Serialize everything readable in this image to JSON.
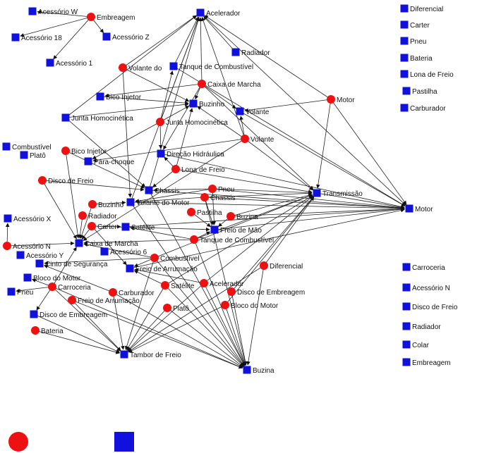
{
  "colors": {
    "red_node": "#ee1111",
    "blue_node": "#1111dd",
    "edge": "#222222"
  },
  "nodes": [
    {
      "id": "n1",
      "label": "Acessório W",
      "shape": "square"
    },
    {
      "id": "n2",
      "label": "Embreagem",
      "shape": "circle"
    },
    {
      "id": "n3",
      "label": "Acessório 18",
      "shape": "square"
    },
    {
      "id": "n4",
      "label": "Acessório Z",
      "shape": "square"
    },
    {
      "id": "n5",
      "label": "Acessório 1",
      "shape": "square"
    },
    {
      "id": "n6",
      "label": "Acelerador",
      "shape": "square"
    },
    {
      "id": "n7",
      "label": "Radiador",
      "shape": "square"
    },
    {
      "id": "n8",
      "label": "Volante do",
      "shape": "circle"
    },
    {
      "id": "n9",
      "label": "Tanque de Combustível",
      "shape": "square"
    },
    {
      "id": "n10",
      "label": "Caixa de Marcha",
      "shape": "circle"
    },
    {
      "id": "n11",
      "label": "Bico Injetor",
      "shape": "square"
    },
    {
      "id": "n12",
      "label": "Buzinho",
      "shape": "square"
    },
    {
      "id": "n13",
      "label": "Volante",
      "shape": "square"
    },
    {
      "id": "n14",
      "label": "Motor",
      "shape": "circle"
    },
    {
      "id": "n15",
      "label": "Junta Homocinética",
      "shape": "square"
    },
    {
      "id": "n16",
      "label": "Junta Homocinética",
      "shape": "circle"
    },
    {
      "id": "n17",
      "label": "Volante",
      "shape": "circle"
    },
    {
      "id": "n18",
      "label": "Combustível",
      "shape": "square"
    },
    {
      "id": "n19",
      "label": "Platô",
      "shape": "square"
    },
    {
      "id": "n20",
      "label": "Bico Injetor",
      "shape": "circle"
    },
    {
      "id": "n21",
      "label": "Direção Hidráulica",
      "shape": "square"
    },
    {
      "id": "n22",
      "label": "Pára-choque",
      "shape": "square"
    },
    {
      "id": "n23",
      "label": "Lona de Freio",
      "shape": "circle"
    },
    {
      "id": "n24",
      "label": "Disco de Freio",
      "shape": "circle"
    },
    {
      "id": "n25",
      "label": "Chassis",
      "shape": "square"
    },
    {
      "id": "n26",
      "label": "Pneu",
      "shape": "circle"
    },
    {
      "id": "n27",
      "label": "Chassis",
      "shape": "circle"
    },
    {
      "id": "n28",
      "label": "Transmissão",
      "shape": "square"
    },
    {
      "id": "n29",
      "label": "Motor",
      "shape": "square"
    },
    {
      "id": "n30",
      "label": "Buzinho",
      "shape": "circle"
    },
    {
      "id": "n31",
      "label": "Volante do Motor",
      "shape": "square"
    },
    {
      "id": "n32",
      "label": "Pastilha",
      "shape": "circle"
    },
    {
      "id": "n33",
      "label": "Buzina",
      "shape": "circle"
    },
    {
      "id": "n34",
      "label": "Acessório X",
      "shape": "square"
    },
    {
      "id": "n35",
      "label": "Radiador",
      "shape": "circle"
    },
    {
      "id": "n36",
      "label": "Carter",
      "shape": "circle"
    },
    {
      "id": "n37",
      "label": "Satélite",
      "shape": "square"
    },
    {
      "id": "n38",
      "label": "Freio de Mão",
      "shape": "square"
    },
    {
      "id": "n39",
      "label": "Tanque de Combustível",
      "shape": "circle"
    },
    {
      "id": "n40",
      "label": "Acessório N",
      "shape": "circle"
    },
    {
      "id": "n41",
      "label": "Caixa de Marcha",
      "shape": "square"
    },
    {
      "id": "n42",
      "label": "Acessório Y",
      "shape": "square"
    },
    {
      "id": "n43",
      "label": "Acessório 6",
      "shape": "square"
    },
    {
      "id": "n44",
      "label": "Combustível",
      "shape": "circle"
    },
    {
      "id": "n45",
      "label": "Cinto de Segurança",
      "shape": "square"
    },
    {
      "id": "n46",
      "label": "Freio de Arrumação",
      "shape": "square"
    },
    {
      "id": "n47",
      "label": "Diferencial",
      "shape": "circle"
    },
    {
      "id": "n48",
      "label": "Bloco do Motor",
      "shape": "square"
    },
    {
      "id": "n49",
      "label": "Pneu",
      "shape": "square"
    },
    {
      "id": "n50",
      "label": "Carroceria",
      "shape": "circle"
    },
    {
      "id": "n51",
      "label": "Carburador",
      "shape": "circle"
    },
    {
      "id": "n52",
      "label": "Satélite",
      "shape": "circle"
    },
    {
      "id": "n53",
      "label": "Acelerador",
      "shape": "circle"
    },
    {
      "id": "n54",
      "label": "Disco de Embreagem",
      "shape": "circle"
    },
    {
      "id": "n55",
      "label": "Freio de Arrumação",
      "shape": "circle"
    },
    {
      "id": "n56",
      "label": "Disco de Embreagem",
      "shape": "square"
    },
    {
      "id": "n57",
      "label": "Platô",
      "shape": "circle"
    },
    {
      "id": "n58",
      "label": "Bloco do Motor",
      "shape": "circle"
    },
    {
      "id": "n59",
      "label": "Bateria",
      "shape": "circle"
    },
    {
      "id": "n60",
      "label": "Tambor de Freio",
      "shape": "square"
    },
    {
      "id": "n61",
      "label": "Buzina",
      "shape": "square"
    },
    {
      "id": "i1",
      "label": "Diferencial",
      "shape": "square"
    },
    {
      "id": "i2",
      "label": "Carter",
      "shape": "square"
    },
    {
      "id": "i3",
      "label": "Pneu",
      "shape": "square"
    },
    {
      "id": "i4",
      "label": "Bateria",
      "shape": "square"
    },
    {
      "id": "i5",
      "label": "Lona de Freio",
      "shape": "square"
    },
    {
      "id": "i6",
      "label": "Pastilha",
      "shape": "square"
    },
    {
      "id": "i7",
      "label": "Carburador",
      "shape": "square"
    },
    {
      "id": "i8",
      "label": "Carroceria",
      "shape": "square"
    },
    {
      "id": "i9",
      "label": "Acessório N",
      "shape": "square"
    },
    {
      "id": "i10",
      "label": "Disco de Freio",
      "shape": "square"
    },
    {
      "id": "i11",
      "label": "Radiador",
      "shape": "square"
    },
    {
      "id": "i12",
      "label": "Colar",
      "shape": "square"
    },
    {
      "id": "i13",
      "label": "Embreagem",
      "shape": "square"
    }
  ],
  "edges": [
    [
      "n2",
      "n1"
    ],
    [
      "n2",
      "n3"
    ],
    [
      "n2",
      "n4"
    ],
    [
      "n2",
      "n5"
    ],
    [
      "n8",
      "n6"
    ],
    [
      "n9",
      "n6"
    ],
    [
      "n10",
      "n6"
    ],
    [
      "n16",
      "n6"
    ],
    [
      "n14",
      "n6"
    ],
    [
      "n15",
      "n6"
    ],
    [
      "n17",
      "n6"
    ],
    [
      "n7",
      "n6"
    ],
    [
      "n25",
      "n6"
    ],
    [
      "n31",
      "n6"
    ],
    [
      "n8",
      "n12"
    ],
    [
      "n10",
      "n12"
    ],
    [
      "n16",
      "n12"
    ],
    [
      "n15",
      "n12"
    ],
    [
      "n11",
      "n12"
    ],
    [
      "n17",
      "n12"
    ],
    [
      "n23",
      "n12"
    ],
    [
      "n10",
      "n11"
    ],
    [
      "n16",
      "n9"
    ],
    [
      "n10",
      "n13"
    ],
    [
      "n14",
      "n13"
    ],
    [
      "n17",
      "n13"
    ],
    [
      "n16",
      "n21"
    ],
    [
      "n10",
      "n21"
    ],
    [
      "n23",
      "n21"
    ],
    [
      "n16",
      "n22"
    ],
    [
      "n17",
      "n22"
    ],
    [
      "n15",
      "n25"
    ],
    [
      "n20",
      "n25"
    ],
    [
      "n24",
      "n25"
    ],
    [
      "n26",
      "n25"
    ],
    [
      "n23",
      "n25"
    ],
    [
      "n8",
      "n31"
    ],
    [
      "n30",
      "n31"
    ],
    [
      "n27",
      "n31"
    ],
    [
      "n26",
      "n31"
    ],
    [
      "n14",
      "n28"
    ],
    [
      "n17",
      "n28"
    ],
    [
      "n26",
      "n28"
    ],
    [
      "n27",
      "n28"
    ],
    [
      "n23",
      "n28"
    ],
    [
      "n39",
      "n28"
    ],
    [
      "n47",
      "n28"
    ],
    [
      "n53",
      "n28"
    ],
    [
      "n44",
      "n28"
    ],
    [
      "n52",
      "n28"
    ],
    [
      "n58",
      "n28"
    ],
    [
      "n54",
      "n28"
    ],
    [
      "n33",
      "n28"
    ],
    [
      "n10",
      "n28"
    ],
    [
      "n14",
      "n29"
    ],
    [
      "n6",
      "n29"
    ],
    [
      "n28",
      "n29"
    ],
    [
      "n13",
      "n29"
    ],
    [
      "n21",
      "n29"
    ],
    [
      "n25",
      "n29"
    ],
    [
      "n31",
      "n29"
    ],
    [
      "n38",
      "n29"
    ],
    [
      "n33",
      "n29"
    ],
    [
      "n27",
      "n29"
    ],
    [
      "n26",
      "n29"
    ],
    [
      "n37",
      "n29"
    ],
    [
      "n46",
      "n29"
    ],
    [
      "n9",
      "n29"
    ],
    [
      "n32",
      "n38"
    ],
    [
      "n33",
      "n38"
    ],
    [
      "n26",
      "n38"
    ],
    [
      "n27",
      "n38"
    ],
    [
      "n39",
      "n38"
    ],
    [
      "n36",
      "n38"
    ],
    [
      "n40",
      "n34"
    ],
    [
      "n40",
      "n41"
    ],
    [
      "n35",
      "n41"
    ],
    [
      "n36",
      "n41"
    ],
    [
      "n20",
      "n41"
    ],
    [
      "n30",
      "n41"
    ],
    [
      "n24",
      "n41"
    ],
    [
      "n44",
      "n41"
    ],
    [
      "n50",
      "n41"
    ],
    [
      "n39",
      "n41"
    ],
    [
      "n17",
      "n41"
    ],
    [
      "n36",
      "n37"
    ],
    [
      "n39",
      "n37"
    ],
    [
      "n44",
      "n46"
    ],
    [
      "n53",
      "n46"
    ],
    [
      "n52",
      "n46"
    ],
    [
      "n36",
      "n46"
    ],
    [
      "n50",
      "n56"
    ],
    [
      "n50",
      "n48"
    ],
    [
      "n50",
      "n49"
    ],
    [
      "n51",
      "n45"
    ],
    [
      "n44",
      "n45"
    ],
    [
      "n59",
      "n60"
    ],
    [
      "n50",
      "n60"
    ],
    [
      "n51",
      "n60"
    ],
    [
      "n55",
      "n60"
    ],
    [
      "n57",
      "n60"
    ],
    [
      "n52",
      "n60"
    ],
    [
      "n47",
      "n60"
    ],
    [
      "n53",
      "n60"
    ],
    [
      "n58",
      "n60"
    ],
    [
      "n44",
      "n60"
    ],
    [
      "n56",
      "n60"
    ],
    [
      "n51",
      "n61"
    ],
    [
      "n52",
      "n61"
    ],
    [
      "n53",
      "n61"
    ],
    [
      "n54",
      "n61"
    ],
    [
      "n58",
      "n61"
    ],
    [
      "n57",
      "n61"
    ],
    [
      "n44",
      "n61"
    ],
    [
      "n47",
      "n61"
    ],
    [
      "n39",
      "n61"
    ],
    [
      "n25",
      "n61"
    ],
    [
      "n50",
      "n61"
    ],
    [
      "n31",
      "n61"
    ],
    [
      "n27",
      "n61"
    ],
    [
      "n55",
      "n61"
    ]
  ],
  "legend": [
    {
      "id": "legend-circle",
      "shape": "circle",
      "label": ""
    },
    {
      "id": "legend-square",
      "shape": "square",
      "label": ""
    }
  ]
}
